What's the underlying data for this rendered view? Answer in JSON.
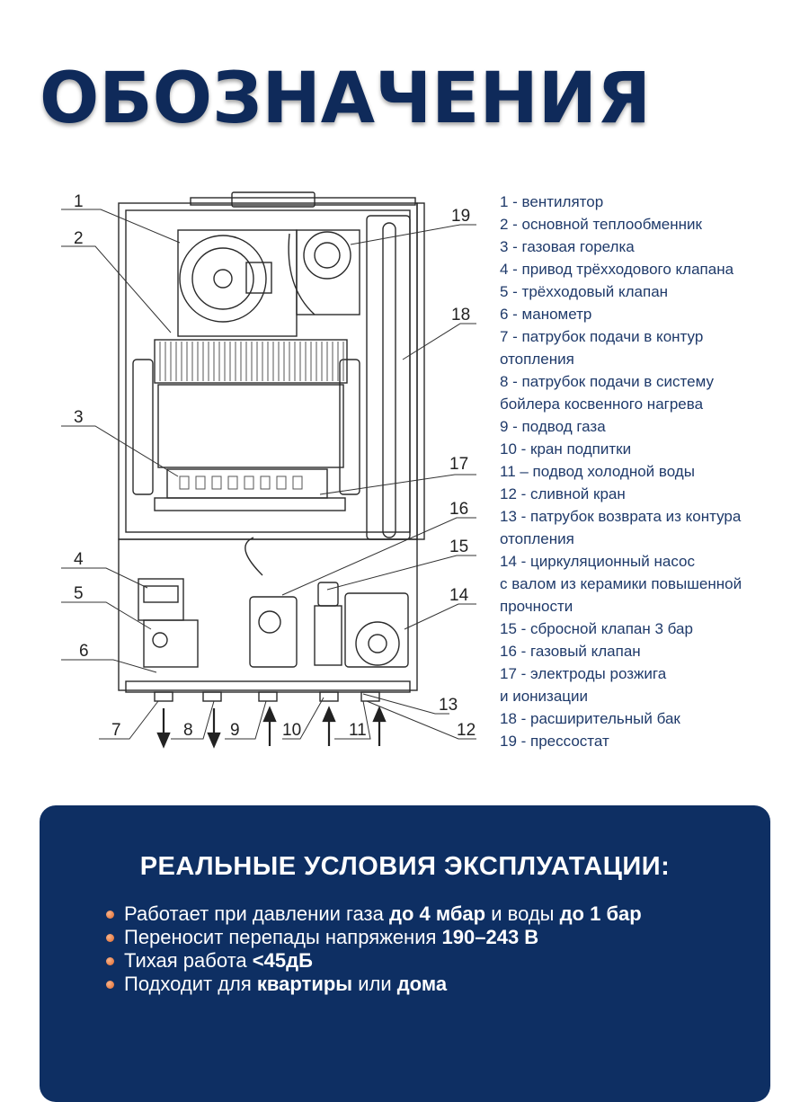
{
  "title": "ОБОЗНАЧЕНИЯ",
  "legend": [
    "1 - вентилятор",
    "2 - основной теплообменник",
    "3 - газовая горелка",
    "4 - привод трёхходового клапана",
    "5 - трёхходовый клапан",
    "6 - манометр",
    "7 - патрубок подачи в контур",
    "отопления",
    "8 - патрубок подачи в систему",
    "бойлера косвенного нагрева",
    "9 - подвод газа",
    "10 - кран подпитки",
    "11 – подвод холодной воды",
    "12 - сливной кран",
    "13 - патрубок возврата из контура",
    "отопления",
    "14 - циркуляционный насос",
    "с валом из керамики повышенной",
    "прочности",
    "15 - сбросной клапан 3 бар",
    "16 - газовый клапан",
    "17 - электроды розжига",
    "и ионизации",
    "18 - расширительный бак",
    "19 - прессостат"
  ],
  "callouts": [
    "1",
    "2",
    "3",
    "4",
    "5",
    "6",
    "7",
    "8",
    "9",
    "10",
    "11",
    "12",
    "13",
    "14",
    "15",
    "16",
    "17",
    "18",
    "19"
  ],
  "conditions": {
    "title": "РЕАЛЬНЫЕ УСЛОВИЯ ЭКСПЛУАТАЦИИ:",
    "items": [
      {
        "t1": "Работает при давлении газа ",
        "b1": "до 4 мбар",
        "t2": " и воды ",
        "b2": "до 1 бар"
      },
      {
        "t1": "Переносит перепады напряжения ",
        "b1": "190–243 В",
        "t2": "",
        "b2": ""
      },
      {
        "t1": "Тихая работа ",
        "b1": "<45дБ",
        "t2": "",
        "b2": ""
      },
      {
        "t1": "Подходит для ",
        "b1": "квартиры",
        "t2": " или ",
        "b2": "дома"
      }
    ]
  },
  "colors": {
    "title": "#0f2a5a",
    "legend_text": "#1f3a6a",
    "panel": "#0e2f63",
    "bullet": "#e1672b"
  }
}
